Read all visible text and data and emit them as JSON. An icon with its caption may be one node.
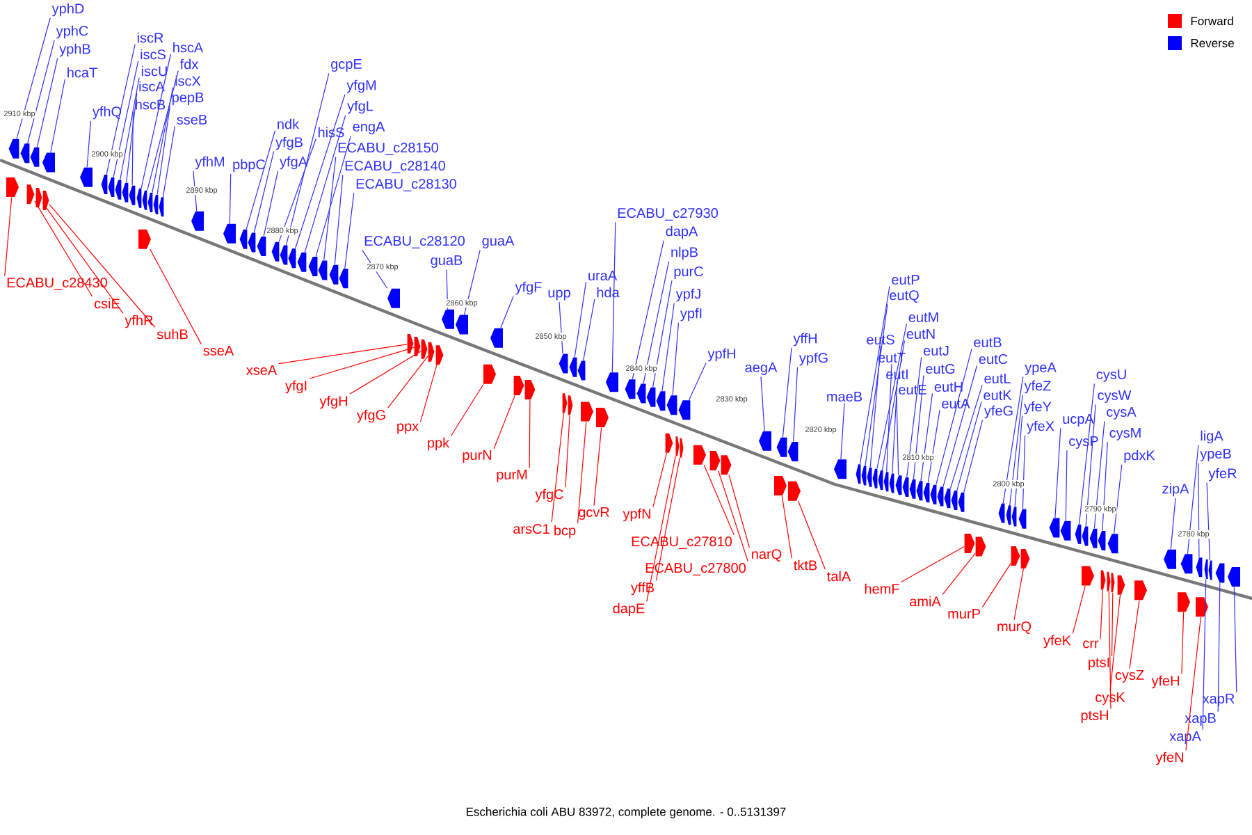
{
  "diagram": {
    "caption": "Escherichia coli ABU 83972, complete genome. - 0..5131397",
    "nodes": [
      {
        "text": [
          "yphD"
        ]
      },
      {
        "text": [
          "yphC"
        ]
      },
      {
        "text": [
          "yphB"
        ]
      },
      {
        "text": [
          "hcaT"
        ]
      },
      {
        "text": [
          "yfhQ"
        ]
      },
      {
        "text": [
          "iscR"
        ]
      },
      {
        "text": [
          "iscS"
        ]
      },
      {
        "text": [
          "iscU"
        ]
      },
      {
        "text": [
          "iscA"
        ]
      },
      {
        "text": [
          "hscB"
        ]
      },
      {
        "text": [
          "hscA"
        ]
      },
      {
        "text": [
          "fdx"
        ]
      },
      {
        "text": [
          "iscX"
        ]
      },
      {
        "text": [
          "pepB"
        ]
      },
      {
        "text": [
          "sseB"
        ]
      },
      {
        "text": [
          "yfhM"
        ]
      },
      {
        "text": [
          "pbpC"
        ]
      },
      {
        "text": [
          "ndk"
        ]
      },
      {
        "text": [
          "yfgB"
        ]
      },
      {
        "text": [
          "yfgA"
        ]
      },
      {
        "text": [
          "hisS"
        ]
      },
      {
        "text": [
          "gcpE"
        ]
      },
      {
        "text": [
          "yfgM"
        ]
      },
      {
        "text": [
          "yfgL"
        ]
      },
      {
        "text": [
          "engA"
        ]
      },
      {
        "text": [
          "ECABU_c28150"
        ]
      },
      {
        "text": [
          "ECABU_c28140"
        ]
      },
      {
        "text": [
          "ECABU_c28130"
        ]
      },
      {
        "text": [
          "ECABU_c28120"
        ]
      },
      {
        "text": [
          "guaB"
        ]
      },
      {
        "text": [
          "guaA"
        ]
      },
      {
        "text": [
          "yfgF"
        ]
      },
      {
        "text": [
          "upp"
        ]
      },
      {
        "text": [
          "uraA"
        ]
      },
      {
        "text": [
          "hda"
        ]
      },
      {
        "text": [
          "ECABU_c27930"
        ]
      },
      {
        "text": [
          "dapA"
        ]
      },
      {
        "text": [
          "nlpB"
        ]
      },
      {
        "text": [
          "purC"
        ]
      },
      {
        "text": [
          "ypfJ"
        ]
      },
      {
        "text": [
          "ypfI"
        ]
      },
      {
        "text": [
          "ypfH"
        ]
      },
      {
        "text": [
          "aegA"
        ]
      },
      {
        "text": [
          "yffH"
        ]
      },
      {
        "text": [
          "ypfG"
        ]
      },
      {
        "text": [
          "maeB"
        ]
      },
      {
        "text": [
          "eutP"
        ]
      },
      {
        "text": [
          "eutQ"
        ]
      },
      {
        "text": [
          "eutS"
        ]
      },
      {
        "text": [
          "eutM"
        ]
      },
      {
        "text": [
          "eutN"
        ]
      },
      {
        "text": [
          "eutT"
        ]
      },
      {
        "text": [
          "eutI"
        ]
      },
      {
        "text": [
          "eutE"
        ]
      },
      {
        "text": [
          "eutJ"
        ]
      },
      {
        "text": [
          "eutG"
        ]
      },
      {
        "text": [
          "eutH"
        ]
      },
      {
        "text": [
          "eutA"
        ]
      },
      {
        "text": [
          "eutB"
        ]
      },
      {
        "text": [
          "eutC"
        ]
      },
      {
        "text": [
          "eutL"
        ]
      },
      {
        "text": [
          "eutK"
        ]
      },
      {
        "text": [
          "yfeG"
        ]
      },
      {
        "text": [
          "ypeA"
        ]
      },
      {
        "text": [
          "yfeZ"
        ]
      },
      {
        "text": [
          "yfeY"
        ]
      },
      {
        "text": [
          "yfeX"
        ]
      },
      {
        "text": [
          "cysU"
        ]
      },
      {
        "text": [
          "ucpA"
        ]
      },
      {
        "text": [
          "cysW"
        ]
      },
      {
        "text": [
          "cysA"
        ]
      },
      {
        "text": [
          "cysP"
        ]
      },
      {
        "text": [
          "cysM"
        ]
      },
      {
        "text": [
          "pdxK"
        ]
      },
      {
        "text": [
          "zipA"
        ]
      },
      {
        "text": [
          "ligA"
        ]
      },
      {
        "text": [
          "ypeB"
        ]
      },
      {
        "text": [
          "yfeR"
        ]
      },
      {
        "text": [
          "xapR"
        ]
      },
      {
        "text": [
          "xapB"
        ]
      },
      {
        "text": [
          "xapA"
        ]
      },
      {
        "text": [
          "ECABU_c28430"
        ]
      },
      {
        "text": [
          "csiE"
        ]
      },
      {
        "text": [
          "yfhR"
        ]
      },
      {
        "text": [
          "suhB"
        ]
      },
      {
        "text": [
          "sseA"
        ]
      },
      {
        "text": [
          "xseA"
        ]
      },
      {
        "text": [
          "yfgI"
        ]
      },
      {
        "text": [
          "yfgH"
        ]
      },
      {
        "text": [
          "yfgG"
        ]
      },
      {
        "text": [
          "ppx"
        ]
      },
      {
        "text": [
          "ppk"
        ]
      },
      {
        "text": [
          "purN"
        ]
      },
      {
        "text": [
          "purM"
        ]
      },
      {
        "text": [
          "yfgC"
        ]
      },
      {
        "text": [
          "arsC1"
        ]
      },
      {
        "text": [
          "bcp"
        ]
      },
      {
        "text": [
          "gcvR"
        ]
      },
      {
        "text": [
          "ypfN"
        ]
      },
      {
        "text": [
          "ECABU_c27810"
        ]
      },
      {
        "text": [
          "ECABU_c27800"
        ]
      },
      {
        "text": [
          "yffB"
        ]
      },
      {
        "text": [
          "dapE"
        ]
      },
      {
        "text": [
          "narQ"
        ]
      },
      {
        "text": [
          "tktB"
        ]
      },
      {
        "text": [
          "talA"
        ]
      },
      {
        "text": [
          "hemF"
        ]
      },
      {
        "text": [
          "amiA"
        ]
      },
      {
        "text": [
          "murP"
        ]
      },
      {
        "text": [
          "murQ"
        ]
      },
      {
        "text": [
          "yfeK"
        ]
      },
      {
        "text": [
          "crr"
        ]
      },
      {
        "text": [
          "ptsI"
        ]
      },
      {
        "text": [
          "cysZ"
        ]
      },
      {
        "text": [
          "cysK"
        ]
      },
      {
        "text": [
          "ptsH"
        ]
      },
      {
        "text": [
          "yfeH"
        ]
      },
      {
        "text": [
          "yfeN"
        ]
      },
      {
        "text": [],
        "shape": "arrow"
      },
      {
        "text": [],
        "shape": "arrow"
      },
      {
        "text": [],
        "shape": "arrow"
      },
      {
        "text": [],
        "shape": "arrow"
      },
      {
        "text": [],
        "shape": "arrow"
      },
      {
        "text": [],
        "shape": "arrow"
      },
      {
        "text": [],
        "shape": "arrow"
      },
      {
        "text": [],
        "shape": "arrow"
      },
      {
        "text": [],
        "shape": "arrow"
      },
      {
        "text": [],
        "shape": "arrow"
      },
      {
        "text": [],
        "shape": "arrow"
      },
      {
        "text": [],
        "shape": "arrow"
      },
      {
        "text": [],
        "shape": "arrow"
      },
      {
        "text": [],
        "shape": "arrow"
      },
      {
        "text": [],
        "shape": "arrow"
      },
      {
        "text": [],
        "shape": "arrow"
      },
      {
        "text": [],
        "shape": "arrow"
      },
      {
        "text": [],
        "shape": "arrow"
      },
      {
        "text": [],
        "shape": "arrow"
      },
      {
        "text": [],
        "shape": "arrow"
      },
      {
        "text": [],
        "shape": "arrow"
      },
      {
        "text": [],
        "shape": "arrow"
      },
      {
        "text": [],
        "shape": "arrow"
      },
      {
        "text": [],
        "shape": "arrow"
      },
      {
        "text": [],
        "shape": "arrow"
      },
      {
        "text": [],
        "shape": "arrow"
      },
      {
        "text": [],
        "shape": "arrow"
      },
      {
        "text": [],
        "shape": "arrow"
      },
      {
        "text": [],
        "shape": "arrow"
      },
      {
        "text": [],
        "shape": "arrow"
      },
      {
        "text": [],
        "shape": "arrow"
      },
      {
        "text": [],
        "shape": "arrow"
      },
      {
        "text": [],
        "shape": "arrow"
      },
      {
        "text": [],
        "shape": "arrow"
      },
      {
        "text": [],
        "shape": "arrow"
      },
      {
        "text": [],
        "shape": "arrow"
      },
      {
        "text": [],
        "shape": "arrow"
      },
      {
        "text": [],
        "shape": "arrow"
      },
      {
        "text": [],
        "shape": "arrow"
      },
      {
        "text": [],
        "shape": "arrow"
      },
      {
        "text": [],
        "shape": "arrow"
      },
      {
        "text": [],
        "shape": "arrow"
      },
      {
        "text": [],
        "shape": "arrow"
      },
      {
        "text": [],
        "shape": "arrow"
      },
      {
        "text": [],
        "shape": "arrow"
      },
      {
        "text": [],
        "shape": "arrow"
      },
      {
        "text": [],
        "shape": "arrow"
      },
      {
        "text": [],
        "shape": "arrow"
      },
      {
        "text": [],
        "shape": "arrow"
      },
      {
        "text": [],
        "shape": "arrow"
      },
      {
        "text": [],
        "shape": "arrow"
      },
      {
        "text": [],
        "shape": "arrow"
      },
      {
        "text": [],
        "shape": "arrow"
      },
      {
        "text": [],
        "shape": "arrow"
      },
      {
        "text": [],
        "shape": "arrow"
      },
      {
        "text": [],
        "shape": "arrow"
      },
      {
        "text": [],
        "shape": "arrow"
      },
      {
        "text": [],
        "shape": "arrow"
      },
      {
        "text": [],
        "shape": "arrow"
      },
      {
        "text": [],
        "shape": "arrow"
      },
      {
        "text": [],
        "shape": "arrow"
      },
      {
        "text": [],
        "shape": "arrow"
      },
      {
        "text": [],
        "shape": "arrow"
      },
      {
        "text": [],
        "shape": "arrow"
      },
      {
        "text": [],
        "shape": "arrow"
      },
      {
        "text": [],
        "shape": "arrow"
      },
      {
        "text": [],
        "shape": "arrow"
      },
      {
        "text": [],
        "shape": "arrow"
      },
      {
        "text": [],
        "shape": "arrow"
      },
      {
        "text": [],
        "shape": "arrow"
      },
      {
        "text": [],
        "shape": "arrow"
      },
      {
        "text": [],
        "shape": "arrow"
      },
      {
        "text": [],
        "shape": "arrow"
      },
      {
        "text": [],
        "shape": "arrow"
      },
      {
        "text": [],
        "shape": "arrow"
      },
      {
        "text": [],
        "shape": "arrow"
      },
      {
        "text": [],
        "shape": "arrow"
      },
      {
        "text": [],
        "shape": "arrow"
      },
      {
        "text": [],
        "shape": "arrow"
      },
      {
        "text": [],
        "shape": "arrow"
      },
      {
        "text": [],
        "shape": "arrow"
      },
      {
        "text": [],
        "shape": "arrow"
      },
      {
        "text": [],
        "shape": "arrow"
      },
      {
        "text": [],
        "shape": "arrow"
      },
      {
        "text": [],
        "shape": "arrow"
      },
      {
        "text": [],
        "shape": "arrow"
      },
      {
        "text": [],
        "shape": "arrow"
      },
      {
        "text": [],
        "shape": "arrow"
      },
      {
        "text": [],
        "shape": "arrow"
      },
      {
        "text": [],
        "shape": "arrow"
      },
      {
        "text": [],
        "shape": "arrow"
      },
      {
        "text": [],
        "shape": "arrow"
      },
      {
        "text": [],
        "shape": "arrow"
      },
      {
        "text": [],
        "shape": "arrow"
      },
      {
        "text": [],
        "shape": "arrow"
      },
      {
        "text": [],
        "shape": "arrow"
      },
      {
        "text": [],
        "shape": "arrow"
      },
      {
        "text": [],
        "shape": "arrow"
      },
      {
        "text": [],
        "shape": "arrow"
      },
      {
        "text": [],
        "shape": "arrow"
      },
      {
        "text": [],
        "shape": "arrow"
      },
      {
        "text": [],
        "shape": "arrow"
      },
      {
        "text": [],
        "shape": "arrow"
      },
      {
        "text": [],
        "shape": "arrow"
      },
      {
        "text": [],
        "shape": "arrow"
      },
      {
        "text": [],
        "shape": "arrow"
      },
      {
        "text": [],
        "shape": "arrow"
      },
      {
        "text": [],
        "shape": "arrow"
      },
      {
        "text": [],
        "shape": "arrow"
      },
      {
        "text": [],
        "shape": "arrow"
      },
      {
        "text": [],
        "shape": "arrow"
      },
      {
        "text": [],
        "shape": "arrow"
      },
      {
        "text": [],
        "shape": "arrow"
      },
      {
        "text": [],
        "shape": "arrow"
      },
      {
        "text": [],
        "shape": "arrow"
      },
      {
        "text": [],
        "shape": "arrow"
      },
      {
        "text": [],
        "shape": "arrow"
      },
      {
        "text": [],
        "shape": "arrow"
      }
    ],
    "edges": [
      {
        "from": 0,
        "to": 118,
        "arrow": "none"
      },
      {
        "from": 1,
        "to": 119,
        "arrow": "none"
      },
      {
        "from": 2,
        "to": 120,
        "arrow": "none"
      },
      {
        "from": 3,
        "to": 121,
        "arrow": "none"
      },
      {
        "from": 4,
        "to": 122,
        "arrow": "none"
      },
      {
        "from": 5,
        "to": 123,
        "arrow": "none"
      },
      {
        "from": 6,
        "to": 124,
        "arrow": "none"
      },
      {
        "from": 7,
        "to": 125,
        "arrow": "none"
      },
      {
        "from": 8,
        "to": 126,
        "arrow": "none"
      },
      {
        "from": 9,
        "to": 127,
        "arrow": "none"
      },
      {
        "from": 10,
        "to": 128,
        "arrow": "none"
      },
      {
        "from": 11,
        "to": 129,
        "arrow": "none"
      },
      {
        "from": 12,
        "to": 130,
        "arrow": "none"
      },
      {
        "from": 13,
        "to": 131,
        "arrow": "none"
      },
      {
        "from": 14,
        "to": 132,
        "arrow": "none"
      },
      {
        "from": 15,
        "to": 133,
        "arrow": "none"
      },
      {
        "from": 16,
        "to": 134,
        "arrow": "none"
      },
      {
        "from": 17,
        "to": 135,
        "arrow": "none"
      },
      {
        "from": 18,
        "to": 136,
        "arrow": "none"
      },
      {
        "from": 19,
        "to": 137,
        "arrow": "none"
      },
      {
        "from": 20,
        "to": 138,
        "arrow": "none"
      },
      {
        "from": 21,
        "to": 139,
        "arrow": "none"
      },
      {
        "from": 22,
        "to": 140,
        "arrow": "none"
      },
      {
        "from": 23,
        "to": 141,
        "arrow": "none"
      },
      {
        "from": 24,
        "to": 142,
        "arrow": "none"
      },
      {
        "from": 25,
        "to": 143,
        "arrow": "none"
      },
      {
        "from": 26,
        "to": 144,
        "arrow": "none"
      },
      {
        "from": 27,
        "to": 145,
        "arrow": "none"
      },
      {
        "from": 28,
        "to": 146,
        "arrow": "none"
      },
      {
        "from": 29,
        "to": 147,
        "arrow": "none"
      },
      {
        "from": 30,
        "to": 148,
        "arrow": "none"
      },
      {
        "from": 31,
        "to": 149,
        "arrow": "none"
      },
      {
        "from": 32,
        "to": 150,
        "arrow": "none"
      },
      {
        "from": 33,
        "to": 151,
        "arrow": "none"
      },
      {
        "from": 34,
        "to": 152,
        "arrow": "none"
      },
      {
        "from": 35,
        "to": 153,
        "arrow": "none"
      },
      {
        "from": 36,
        "to": 154,
        "arrow": "none"
      },
      {
        "from": 37,
        "to": 155,
        "arrow": "none"
      },
      {
        "from": 38,
        "to": 156,
        "arrow": "none"
      },
      {
        "from": 39,
        "to": 157,
        "arrow": "none"
      },
      {
        "from": 40,
        "to": 158,
        "arrow": "none"
      },
      {
        "from": 41,
        "to": 159,
        "arrow": "none"
      },
      {
        "from": 42,
        "to": 160,
        "arrow": "none"
      },
      {
        "from": 43,
        "to": 161,
        "arrow": "none"
      },
      {
        "from": 44,
        "to": 162,
        "arrow": "none"
      },
      {
        "from": 45,
        "to": 163,
        "arrow": "none"
      },
      {
        "from": 46,
        "to": 164,
        "arrow": "none"
      },
      {
        "from": 47,
        "to": 165,
        "arrow": "none"
      },
      {
        "from": 48,
        "to": 166,
        "arrow": "none"
      },
      {
        "from": 49,
        "to": 167,
        "arrow": "none"
      },
      {
        "from": 50,
        "to": 168,
        "arrow": "none"
      },
      {
        "from": 51,
        "to": 169,
        "arrow": "none"
      },
      {
        "from": 52,
        "to": 170,
        "arrow": "none"
      },
      {
        "from": 53,
        "to": 171,
        "arrow": "none"
      },
      {
        "from": 54,
        "to": 172,
        "arrow": "none"
      },
      {
        "from": 55,
        "to": 173,
        "arrow": "none"
      },
      {
        "from": 56,
        "to": 174,
        "arrow": "none"
      },
      {
        "from": 57,
        "to": 175,
        "arrow": "none"
      },
      {
        "from": 58,
        "to": 176,
        "arrow": "none"
      },
      {
        "from": 59,
        "to": 177,
        "arrow": "none"
      },
      {
        "from": 60,
        "to": 178,
        "arrow": "none"
      },
      {
        "from": 61,
        "to": 179,
        "arrow": "none"
      },
      {
        "from": 62,
        "to": 180,
        "arrow": "none"
      },
      {
        "from": 63,
        "to": 181,
        "arrow": "none"
      },
      {
        "from": 64,
        "to": 182,
        "arrow": "none"
      },
      {
        "from": 65,
        "to": 183,
        "arrow": "none"
      },
      {
        "from": 66,
        "to": 184,
        "arrow": "none"
      },
      {
        "from": 67,
        "to": 185,
        "arrow": "none"
      },
      {
        "from": 68,
        "to": 186,
        "arrow": "none"
      },
      {
        "from": 69,
        "to": 187,
        "arrow": "none"
      },
      {
        "from": 70,
        "to": 188,
        "arrow": "none"
      },
      {
        "from": 71,
        "to": 189,
        "arrow": "none"
      },
      {
        "from": 72,
        "to": 190,
        "arrow": "none"
      },
      {
        "from": 73,
        "to": 191,
        "arrow": "none"
      },
      {
        "from": 74,
        "to": 192,
        "arrow": "none"
      },
      {
        "from": 75,
        "to": 193,
        "arrow": "none"
      },
      {
        "from": 76,
        "to": 194,
        "arrow": "none"
      },
      {
        "from": 77,
        "to": 195,
        "arrow": "none"
      },
      {
        "from": 78,
        "to": 196,
        "arrow": "none"
      },
      {
        "from": 79,
        "to": 197,
        "arrow": "none"
      },
      {
        "from": 80,
        "to": 198,
        "arrow": "none"
      },
      {
        "from": 81,
        "to": 199,
        "arrow": "none",
        "color": "#ff0000"
      },
      {
        "from": 82,
        "to": 200,
        "arrow": "none",
        "color": "#ff0000"
      },
      {
        "from": 83,
        "to": 201,
        "arrow": "none",
        "color": "#ff0000"
      },
      {
        "from": 84,
        "to": 202,
        "arrow": "none",
        "color": "#ff0000"
      },
      {
        "from": 85,
        "to": 203,
        "arrow": "none",
        "color": "#ff0000"
      },
      {
        "from": 86,
        "to": 204,
        "arrow": "none",
        "color": "#ff0000"
      },
      {
        "from": 87,
        "to": 205,
        "arrow": "none",
        "color": "#ff0000"
      },
      {
        "from": 88,
        "to": 206,
        "arrow": "none",
        "color": "#ff0000"
      },
      {
        "from": 89,
        "to": 207,
        "arrow": "none",
        "color": "#ff0000"
      },
      {
        "from": 90,
        "to": 208,
        "arrow": "none",
        "color": "#ff0000"
      },
      {
        "from": 91,
        "to": 209,
        "arrow": "none",
        "color": "#ff0000"
      },
      {
        "from": 92,
        "to": 210,
        "arrow": "none",
        "color": "#ff0000"
      },
      {
        "from": 93,
        "to": 211,
        "arrow": "none",
        "color": "#ff0000"
      },
      {
        "from": 94,
        "to": 212,
        "arrow": "none",
        "color": "#ff0000"
      },
      {
        "from": 95,
        "to": 213,
        "arrow": "none",
        "color": "#ff0000"
      },
      {
        "from": 96,
        "to": 214,
        "arrow": "none",
        "color": "#ff0000"
      },
      {
        "from": 97,
        "to": 215,
        "arrow": "none",
        "color": "#ff0000"
      },
      {
        "from": 98,
        "to": 216,
        "arrow": "none",
        "color": "#ff0000"
      },
      {
        "from": 99,
        "to": 217,
        "arrow": "none",
        "color": "#ff0000"
      },
      {
        "from": 100,
        "to": 218,
        "arrow": "none",
        "color": "#ff0000"
      },
      {
        "from": 101,
        "to": 219,
        "arrow": "none",
        "color": "#ff0000"
      },
      {
        "from": 102,
        "to": 220,
        "arrow": "none",
        "color": "#ff0000"
      },
      {
        "from": 103,
        "to": 221,
        "arrow": "none",
        "color": "#ff0000"
      },
      {
        "from": 104,
        "to": 222,
        "arrow": "none",
        "color": "#ff0000"
      },
      {
        "from": 105,
        "to": 223,
        "arrow": "none",
        "color": "#ff0000"
      },
      {
        "from": 106,
        "to": 224,
        "arrow": "none",
        "color": "#ff0000"
      },
      {
        "from": 107,
        "to": 225,
        "arrow": "none",
        "color": "#ff0000"
      },
      {
        "from": 108,
        "to": 226,
        "arrow": "none",
        "color": "#ff0000"
      },
      {
        "from": 109,
        "to": 227,
        "arrow": "none",
        "color": "#ff0000"
      },
      {
        "from": 110,
        "to": 228,
        "arrow": "none",
        "color": "#ff0000"
      },
      {
        "from": 111,
        "to": 229,
        "arrow": "none",
        "color": "#ff0000"
      },
      {
        "from": 112,
        "to": 230,
        "arrow": "none",
        "color": "#ff0000"
      },
      {
        "from": 113,
        "to": 231,
        "arrow": "none",
        "color": "#ff0000"
      },
      {
        "from": 114,
        "to": 232,
        "arrow": "none",
        "color": "#ff0000"
      },
      {
        "from": 115,
        "to": 233,
        "arrow": "none",
        "color": "#ff0000"
      },
      {
        "from": 116,
        "to": 234,
        "arrow": "none",
        "color": "#ff0000"
      },
      {
        "from": 117,
        "to": 235,
        "arrow": "none",
        "color": "#ff0000"
      }
    ],
    "labels": [
      "2910 kbp",
      "2900 kbp",
      "2890 kbp",
      "2880 kbp",
      "2870 kbp",
      "2860 kbp",
      "2850 kbp",
      "2840 kbp",
      "2830 kbp",
      "2820 kbp",
      "2810 kbp",
      "2800 kbp",
      "2790 kbp",
      "2780 kbp"
    ],
    "legend": [
      {
        "text": "Forward",
        "color": "#ff0000"
      },
      {
        "text": "Reverse",
        "color": "#0000ff"
      }
    ]
  }
}
